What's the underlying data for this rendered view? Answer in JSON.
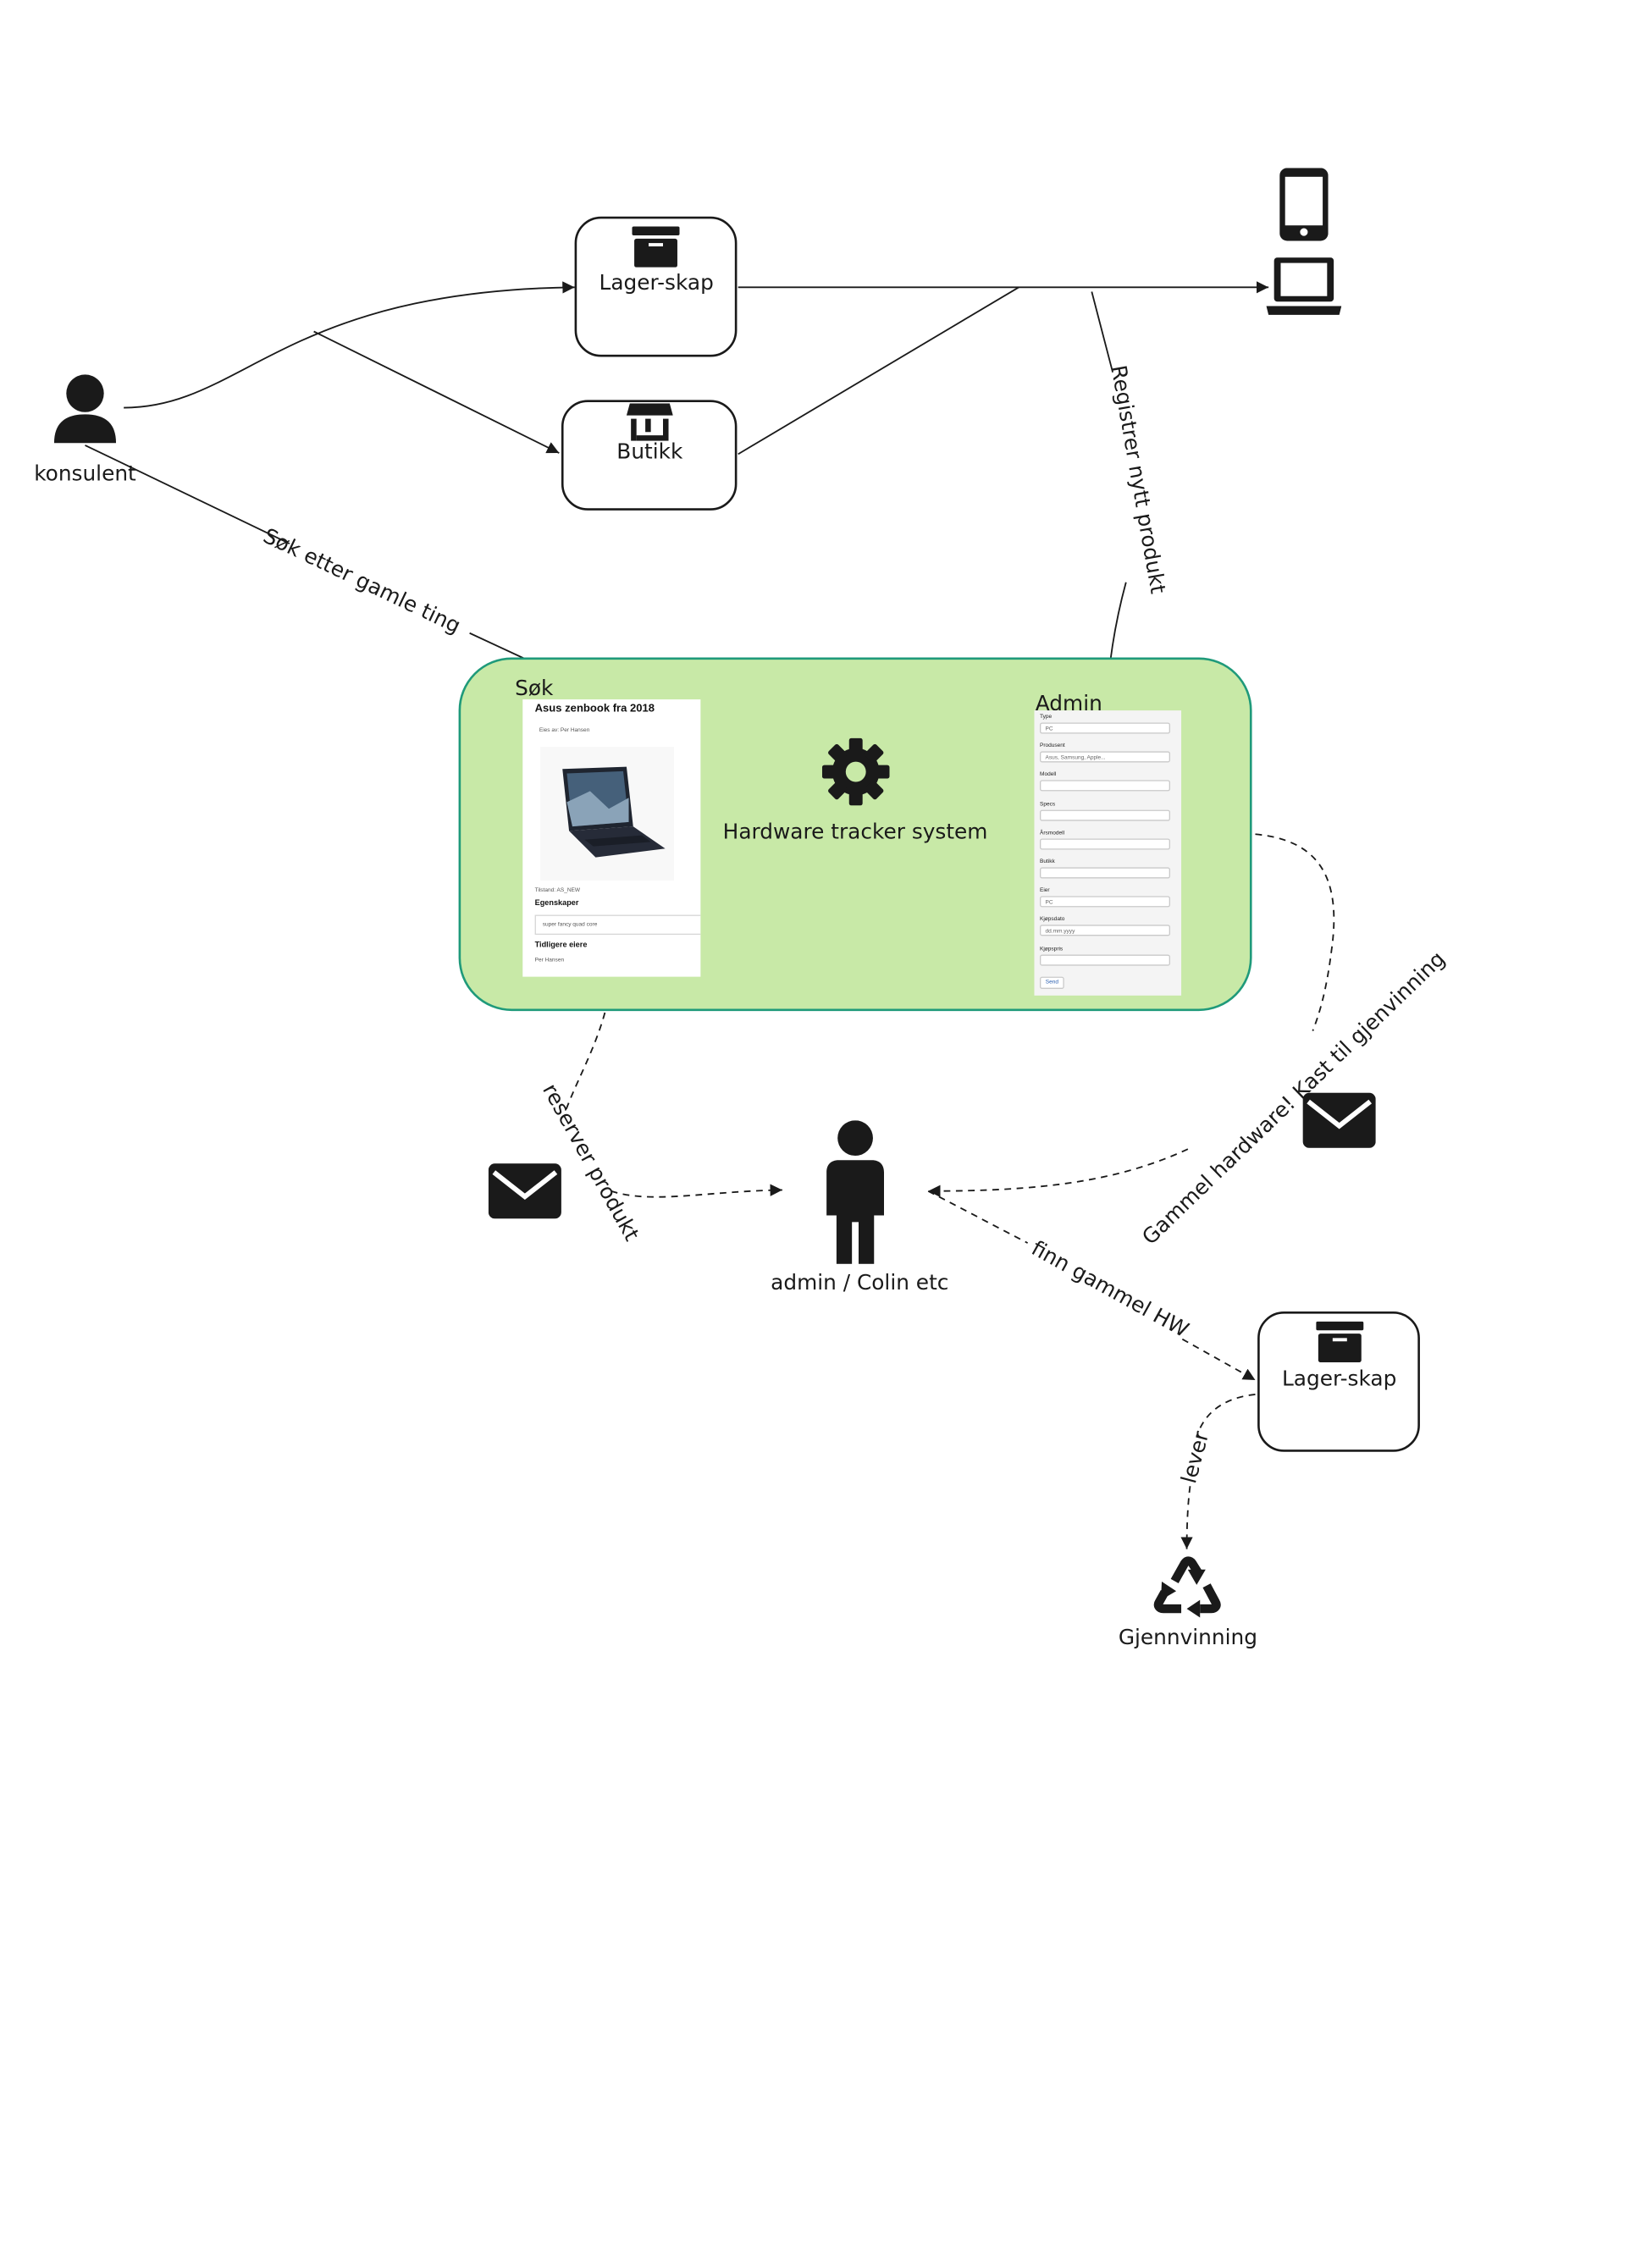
{
  "nodes": {
    "konsulent": "konsulent",
    "lager_top": "Lager-skap",
    "butikk": "Butikk",
    "system": "Hardware tracker system",
    "sok": "Søk",
    "admin": "Admin",
    "admin_person": "admin / Colin etc",
    "lager_bottom": "Lager-skap",
    "gjenvinning": "Gjennvinning"
  },
  "edges": {
    "sok_etter": "Søk etter gamle ting",
    "registrer": "Registrer nytt produkt",
    "reserver": "reserver produkt",
    "gammel": "Gammel hardware! Kast til gjenvinning",
    "finn": "finn gammel HW",
    "lever": "lever"
  },
  "search_screen": {
    "title": "Asus zenbook fra 2018",
    "subtitle": "Eies av: Per Hansen",
    "condition": "Tilstand: AS_NEW",
    "features_heading": "Egenskaper",
    "features_value": "super fancy quad core",
    "previous_heading": "Tidligere eiere",
    "previous_value": "Per Hansen"
  },
  "admin_form": {
    "fields": [
      {
        "label": "Type",
        "value": "PC"
      },
      {
        "label": "Produsent",
        "value": "Asus, Samsung, Apple..."
      },
      {
        "label": "Modell",
        "value": ""
      },
      {
        "label": "Specs",
        "value": ""
      },
      {
        "label": "Årsmodell",
        "value": ""
      },
      {
        "label": "Butikk",
        "value": ""
      },
      {
        "label": "Eier",
        "value": "PC"
      },
      {
        "label": "Kjøpsdato",
        "value": "dd.mm.yyyy"
      },
      {
        "label": "Kjøpspris",
        "value": ""
      }
    ],
    "submit": "Send"
  },
  "colors": {
    "system_fill": "#c8e9a7",
    "system_border": "#1f9a7a",
    "ink": "#1a1a1a"
  },
  "icons": [
    "person-icon",
    "archive-box-icon",
    "store-icon",
    "phone-icon",
    "laptop-icon",
    "gear-icon",
    "mail-icon",
    "admin-person-icon",
    "recycle-icon"
  ]
}
